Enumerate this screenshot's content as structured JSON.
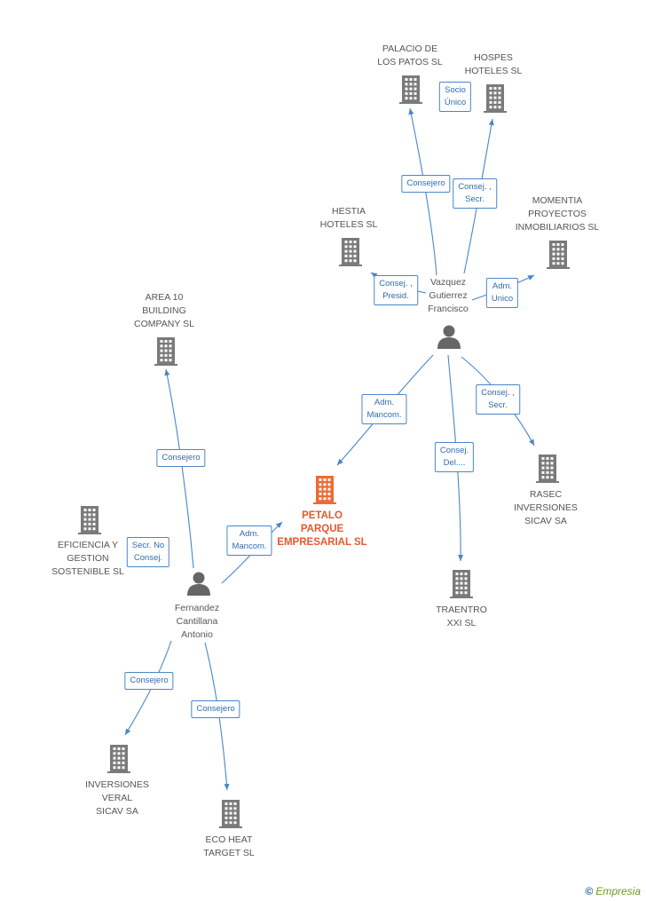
{
  "colors": {
    "edge": "#4a86c8",
    "company": "#7a7a7a",
    "main_company": "#ee6a35",
    "person": "#666666"
  },
  "nodes": [
    {
      "id": "petalo",
      "type": "company",
      "main": true,
      "label": "PETALO\nPARQUE\nEMPRESARIAL SL",
      "icon": "building-icon"
    },
    {
      "id": "vazquez",
      "type": "person",
      "label": "Vazquez\nGutierrez\nFrancisco",
      "icon": "person-icon"
    },
    {
      "id": "fernandez",
      "type": "person",
      "label": "Fernandez\nCantillana\nAntonio",
      "icon": "person-icon"
    },
    {
      "id": "palacio",
      "type": "company",
      "label": "PALACIO DE\nLOS PATOS SL",
      "icon": "building-icon"
    },
    {
      "id": "hospes",
      "type": "company",
      "label": "HOSPES\nHOTELES SL",
      "icon": "building-icon"
    },
    {
      "id": "hestia",
      "type": "company",
      "label": "HESTIA\nHOTELES SL",
      "icon": "building-icon"
    },
    {
      "id": "momentia",
      "type": "company",
      "label": "MOMENTIA\nPROYECTOS\nINMOBILIARIOS SL",
      "icon": "building-icon"
    },
    {
      "id": "area10",
      "type": "company",
      "label": "AREA 10\nBUILDING\nCOMPANY SL",
      "icon": "building-icon"
    },
    {
      "id": "rasec",
      "type": "company",
      "label": "RASEC\nINVERSIONES\nSICAV SA",
      "icon": "building-icon"
    },
    {
      "id": "traentro",
      "type": "company",
      "label": "TRAENTRO\nXXI SL",
      "icon": "building-icon"
    },
    {
      "id": "eficiencia",
      "type": "company",
      "label": "EFICIENCIA Y\nGESTION\nSOSTENIBLE SL",
      "icon": "building-icon"
    },
    {
      "id": "inversiones_veral",
      "type": "company",
      "label": "INVERSIONES\nVERAL\nSICAV SA",
      "icon": "building-icon"
    },
    {
      "id": "eco_heat",
      "type": "company",
      "label": "ECO HEAT\nTARGET SL",
      "icon": "building-icon"
    }
  ],
  "edges": [
    {
      "from": "vazquez",
      "to": "palacio",
      "label": "Consejero"
    },
    {
      "from": "vazquez",
      "to": "hospes",
      "label": "Consej. ,\nSecr."
    },
    {
      "from": "palacio",
      "to": "hospes",
      "label": "Socio\nÚnico"
    },
    {
      "from": "vazquez",
      "to": "hestia",
      "label": "Consej. ,\nPresid."
    },
    {
      "from": "vazquez",
      "to": "momentia",
      "label": "Adm.\nUnico"
    },
    {
      "from": "vazquez",
      "to": "petalo",
      "label": "Adm.\nMancom."
    },
    {
      "from": "vazquez",
      "to": "traentro",
      "label": "Consej.\nDel...."
    },
    {
      "from": "vazquez",
      "to": "rasec",
      "label": "Consej. ,\nSecr."
    },
    {
      "from": "fernandez",
      "to": "area10",
      "label": "Consejero"
    },
    {
      "from": "fernandez",
      "to": "petalo",
      "label": "Adm.\nMancom."
    },
    {
      "from": "fernandez",
      "to": "eficiencia",
      "label": "Secr. No\nConsej."
    },
    {
      "from": "fernandez",
      "to": "inversiones_veral",
      "label": "Consejero"
    },
    {
      "from": "fernandez",
      "to": "eco_heat",
      "label": "Consejero"
    }
  ],
  "footer": {
    "copyright": "©",
    "brand": "Empresia"
  }
}
